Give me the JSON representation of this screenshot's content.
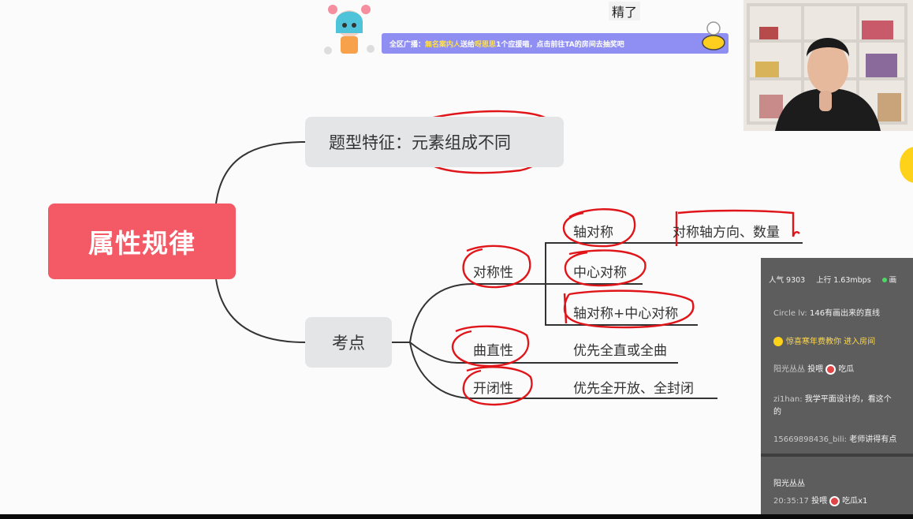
{
  "caption": "精了",
  "banner": {
    "prefix": "全区广播：",
    "sender": "無名案内人",
    "mid": "送给",
    "receiver": "呀思思",
    "suffix": "1个应援喵，点击前往TA的房间去抽奖吧"
  },
  "mindmap": {
    "root": "属性规律",
    "feature_label": "题型特征：",
    "feature_value": "元素组成不同",
    "exam": "考点",
    "symmetry": "对称性",
    "axis_symmetry": "轴对称",
    "axis_detail": "对称轴方向、数量",
    "center_symmetry": "中心对称",
    "both_symmetry": "轴对称+中心对称",
    "curve": "曲直性",
    "curve_detail": "优先全直或全曲",
    "closure": "开闭性",
    "closure_detail": "优先全开放、全封闭"
  },
  "chat": {
    "popularity": "人气 9303",
    "upload": "上行 1.63mbps",
    "quality": "画",
    "messages": [
      {
        "user": "Circle lv:",
        "text": "146有画出来的直线"
      },
      {
        "user": "",
        "text": "惊喜寒年费教你 进入房间"
      },
      {
        "user": "阳光丛丛",
        "text": "投喂",
        "gift": "吃瓜"
      },
      {
        "user": "zi1han:",
        "text": "我学平面设计的，看这个"
      },
      {
        "user": "",
        "text": "的"
      },
      {
        "user": "15669898436_bili:",
        "text": "老师讲得有点"
      }
    ],
    "bottom_user": "阳光丛丛",
    "bottom_time": "20:35:17",
    "bottom_action": "投喂",
    "bottom_gift": "吃瓜x1"
  },
  "colors": {
    "root": "#f35a66",
    "node": "#e4e5e7",
    "annotation": "#e0151a",
    "banner": "#8f8ef2",
    "chat_bg": "#5d5d5d"
  }
}
